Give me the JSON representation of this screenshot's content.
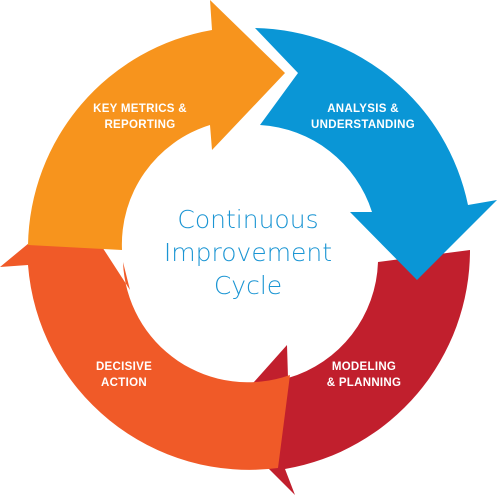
{
  "diagram": {
    "title_lines": [
      "Continuous",
      "Improvement",
      "Cycle"
    ],
    "stages": [
      {
        "label_lines": [
          "KEY METRICS &",
          "REPORTING"
        ],
        "color": "#f7941d"
      },
      {
        "label_lines": [
          "ANALYSIS &",
          "UNDERSTANDING"
        ],
        "color": "#0a96d6"
      },
      {
        "label_lines": [
          "MODELING",
          "& PLANNING"
        ],
        "color": "#c11f2d"
      },
      {
        "label_lines": [
          "DECISIVE",
          "ACTION"
        ],
        "color": "#f05a28"
      }
    ],
    "title_color": "#1b95d3",
    "label_color": "#ffffff"
  }
}
